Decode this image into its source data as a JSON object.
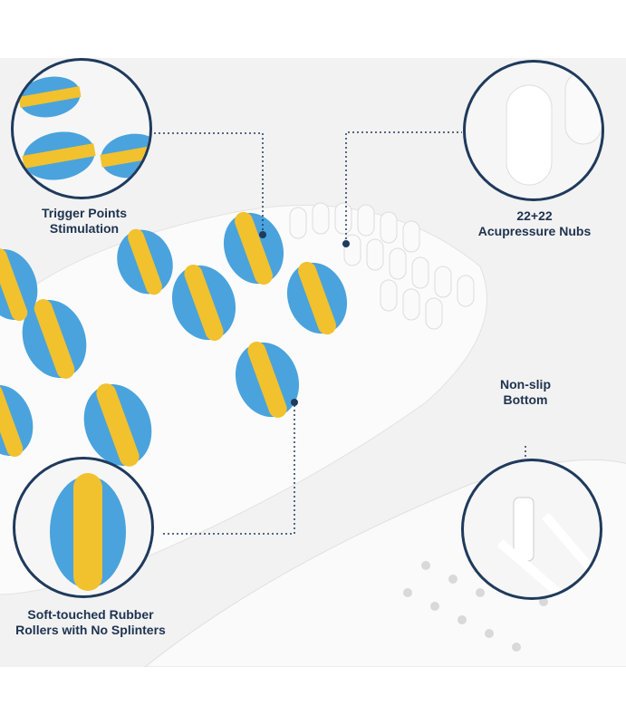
{
  "callouts": {
    "trigger": {
      "line1": "Trigger Points",
      "line2": "Stimulation"
    },
    "nubs": {
      "line1": "22+22",
      "line2": "Acupressure Nubs"
    },
    "nonslip": {
      "line1": "Non-slip",
      "line2": "Bottom"
    },
    "rollers": {
      "line1": "Soft-touched Rubber",
      "line2": "Rollers with No Splinters"
    }
  },
  "colors": {
    "accent": "#1f3a5c",
    "roller_blue": "#4aa3dc",
    "roller_yellow": "#f2c12e",
    "body": "#f4f4f4"
  }
}
